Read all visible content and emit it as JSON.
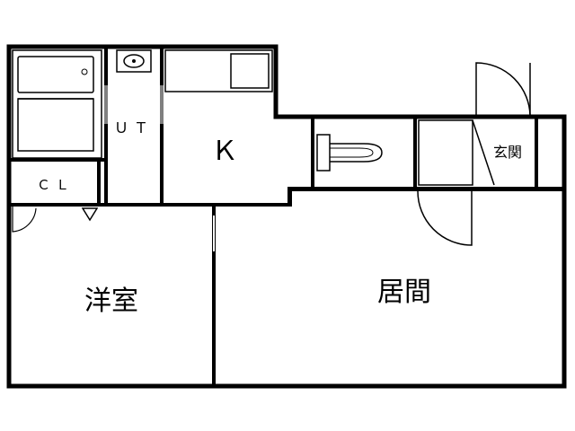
{
  "floorplan": {
    "rooms": {
      "ut": "ＵＴ",
      "kitchen": "Ｋ",
      "closet": "ＣＬ",
      "western_room": "洋室",
      "entrance": "玄関",
      "living_room": "居間"
    }
  }
}
